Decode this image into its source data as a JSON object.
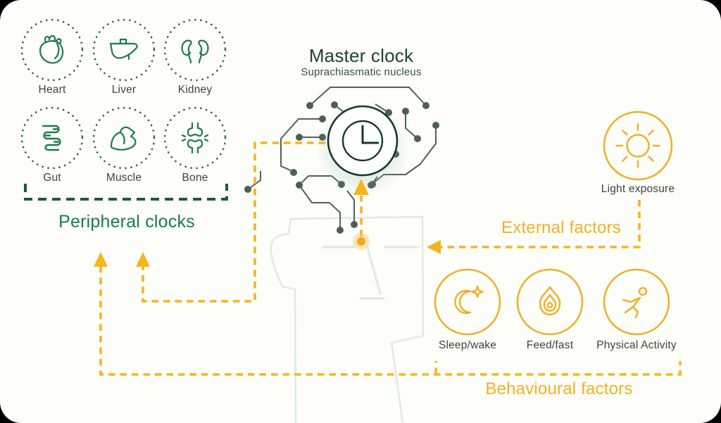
{
  "colors": {
    "green_dark": "#1C4430",
    "green_heading": "#15804A",
    "amber": "#F2B124",
    "circuit": "#4E6357",
    "head_silhouette": "#DFE9E3",
    "label_text": "#3B443D"
  },
  "peripheral": {
    "label": "Peripheral clocks",
    "organs": [
      {
        "label": "Heart",
        "icon": "heart-icon"
      },
      {
        "label": "Liver",
        "icon": "liver-icon"
      },
      {
        "label": "Kidney",
        "icon": "kidney-icon"
      },
      {
        "label": "Gut",
        "icon": "gut-icon"
      },
      {
        "label": "Muscle",
        "icon": "muscle-icon"
      },
      {
        "label": "Bone",
        "icon": "bone-icon"
      }
    ]
  },
  "master": {
    "title": "Master clock",
    "subtitle": "Suprachiasmatic nucleus",
    "icon": "clock-icon"
  },
  "external": {
    "label": "External factors",
    "item": {
      "label": "Light exposure",
      "icon": "sun-icon"
    }
  },
  "behavioural": {
    "label": "Behavioural factors",
    "items": [
      {
        "label": "Sleep/wake",
        "icon": "moon-icon"
      },
      {
        "label": "Feed/fast",
        "icon": "avocado-icon"
      },
      {
        "label": "Physical Activity",
        "icon": "runner-icon"
      }
    ]
  }
}
